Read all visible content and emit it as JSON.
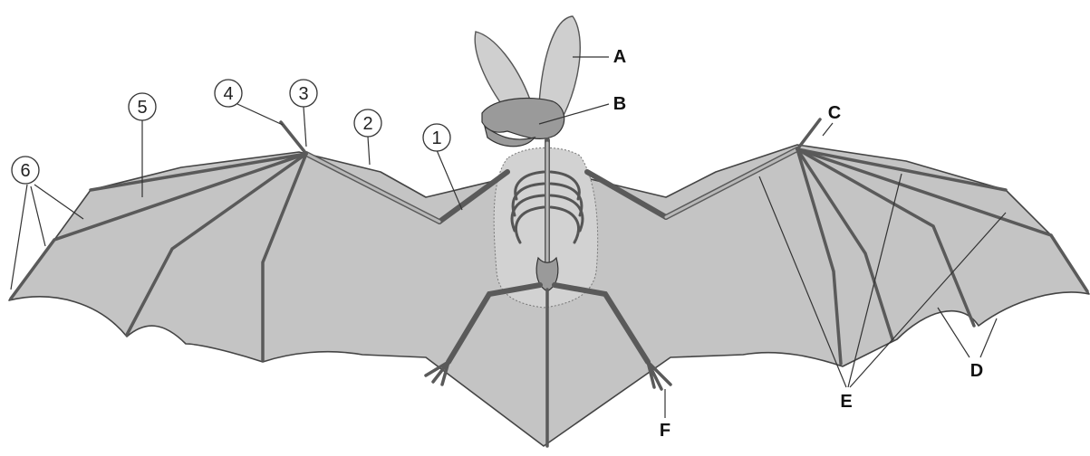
{
  "diagram": {
    "number_labels": [
      "1",
      "2",
      "3",
      "4",
      "5",
      "6"
    ],
    "letter_labels": [
      "A",
      "B",
      "C",
      "D",
      "E",
      "F"
    ]
  },
  "colors": {
    "membrane": "#c4c4c4",
    "bone": "#5a5a5a",
    "label_circle_fill": "#ffffff",
    "text": "#111111"
  }
}
